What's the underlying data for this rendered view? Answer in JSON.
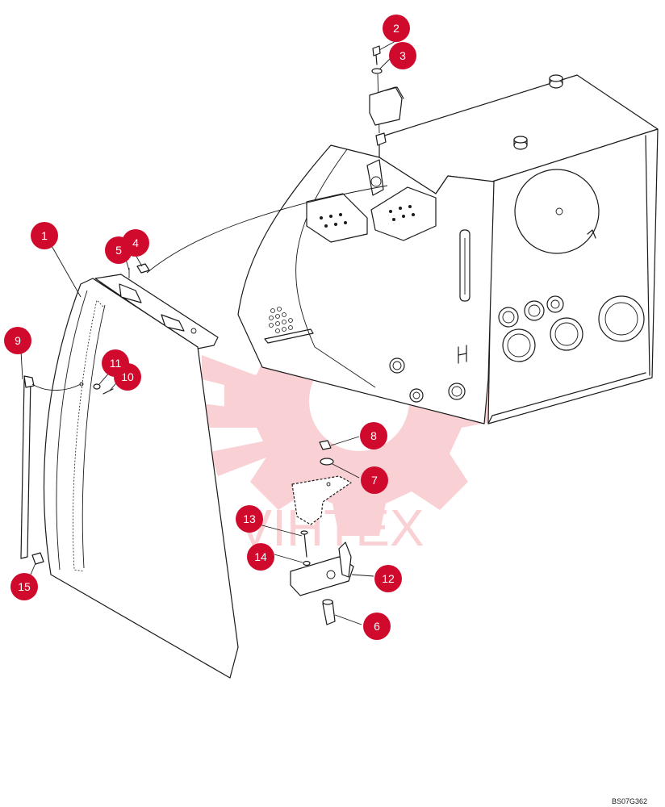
{
  "watermark": {
    "text": "VIHTEX",
    "color": "#e8333f"
  },
  "accent_color": "#cf0a2c",
  "drawing_code": "BS07G362",
  "callouts": [
    {
      "id": "1",
      "label": "1"
    },
    {
      "id": "2",
      "label": "2"
    },
    {
      "id": "3",
      "label": "3"
    },
    {
      "id": "4",
      "label": "4"
    },
    {
      "id": "5",
      "label": "5"
    },
    {
      "id": "6",
      "label": "6"
    },
    {
      "id": "7",
      "label": "7"
    },
    {
      "id": "8",
      "label": "8"
    },
    {
      "id": "9",
      "label": "9"
    },
    {
      "id": "10",
      "label": "10"
    },
    {
      "id": "11",
      "label": "11"
    },
    {
      "id": "12",
      "label": "12"
    },
    {
      "id": "13",
      "label": "13"
    },
    {
      "id": "14",
      "label": "14"
    },
    {
      "id": "15",
      "label": "15"
    }
  ]
}
